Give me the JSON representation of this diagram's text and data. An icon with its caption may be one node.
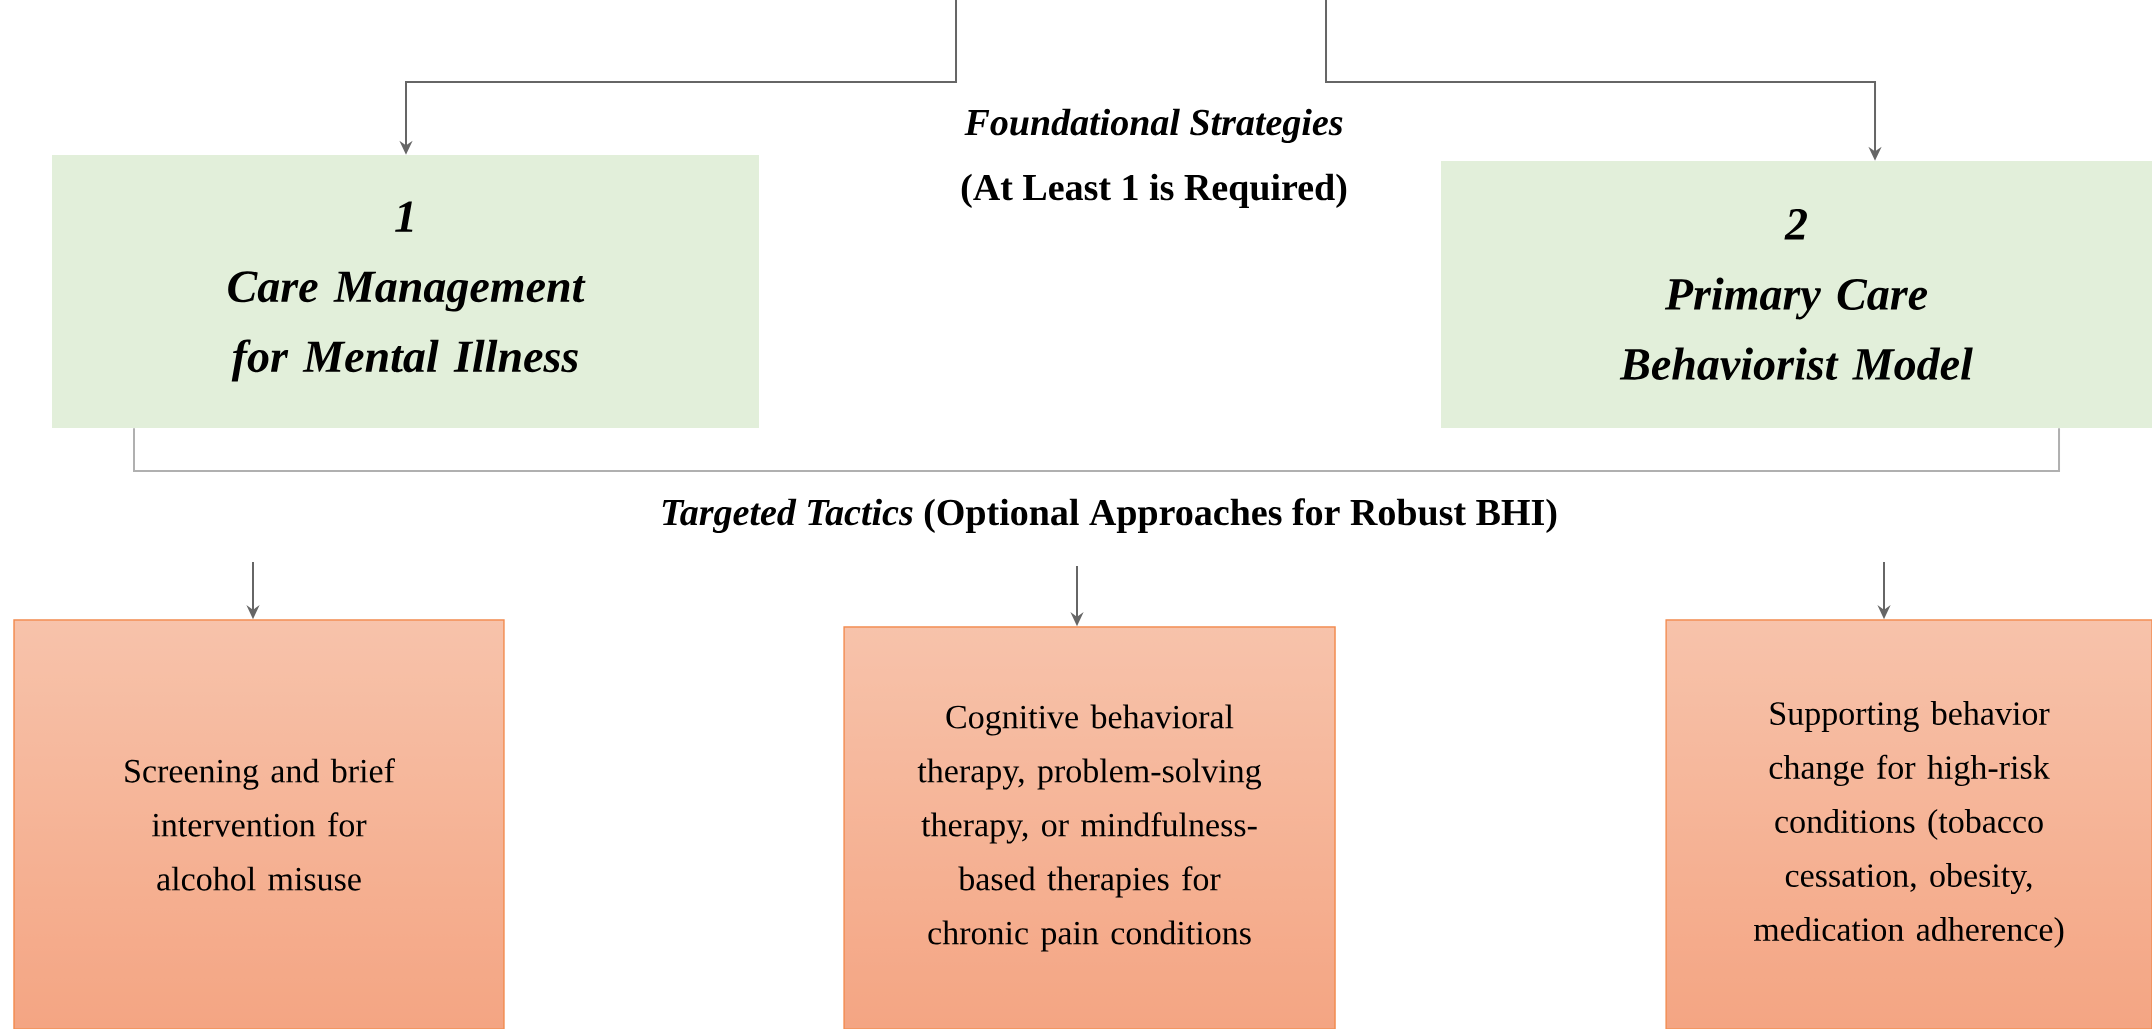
{
  "diagram": {
    "nodes": [
      {
        "text": [
          "1",
          "Care Management for Mental Illness"
        ]
      },
      {
        "text": [
          "2",
          "Primary Care Behaviorist Model"
        ]
      },
      {
        "text": [
          "Screening and brief intervention for alcohol misuse"
        ]
      },
      {
        "text": [
          "Cognitive behavioral therapy, problem-solving therapy, or mindfulness-based therapies for chronic pain conditions"
        ]
      },
      {
        "text": [
          "Supporting behavior change for high-risk conditions (tobacco cessation, obesity, medication adherence)"
        ]
      }
    ],
    "edges": [
      {
        "from": null,
        "to": 0,
        "arrow": "to"
      },
      {
        "from": null,
        "to": 1,
        "arrow": "to"
      },
      {
        "from": 0,
        "to": 1,
        "arrow": "none",
        "color": "#b0b0b0"
      },
      {
        "from": null,
        "to": 2,
        "arrow": "to"
      },
      {
        "from": null,
        "to": 3,
        "arrow": "to"
      },
      {
        "from": null,
        "to": 4,
        "arrow": "to"
      }
    ],
    "labels": [
      "Foundational Strategies",
      "(At Least 1 is Required)",
      "*Targeted Tactics* (Optional Approaches for Robust BHI)"
    ]
  }
}
